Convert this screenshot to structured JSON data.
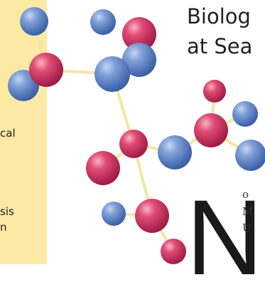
{
  "sidebar": {
    "fragments": [
      "cal",
      "sis",
      "n"
    ],
    "background": "#fbe9a4"
  },
  "title": {
    "line1": "Biolog",
    "line2": "at Sea"
  },
  "article": {
    "dropcap": "N",
    "line_fragments": [
      "o",
      "M",
      "U"
    ]
  },
  "illustration": {
    "name": "molecule",
    "atom_colors": {
      "blue": "#5b82c4",
      "red": "#d6335f"
    },
    "bond_color": "#f5e6a0"
  }
}
